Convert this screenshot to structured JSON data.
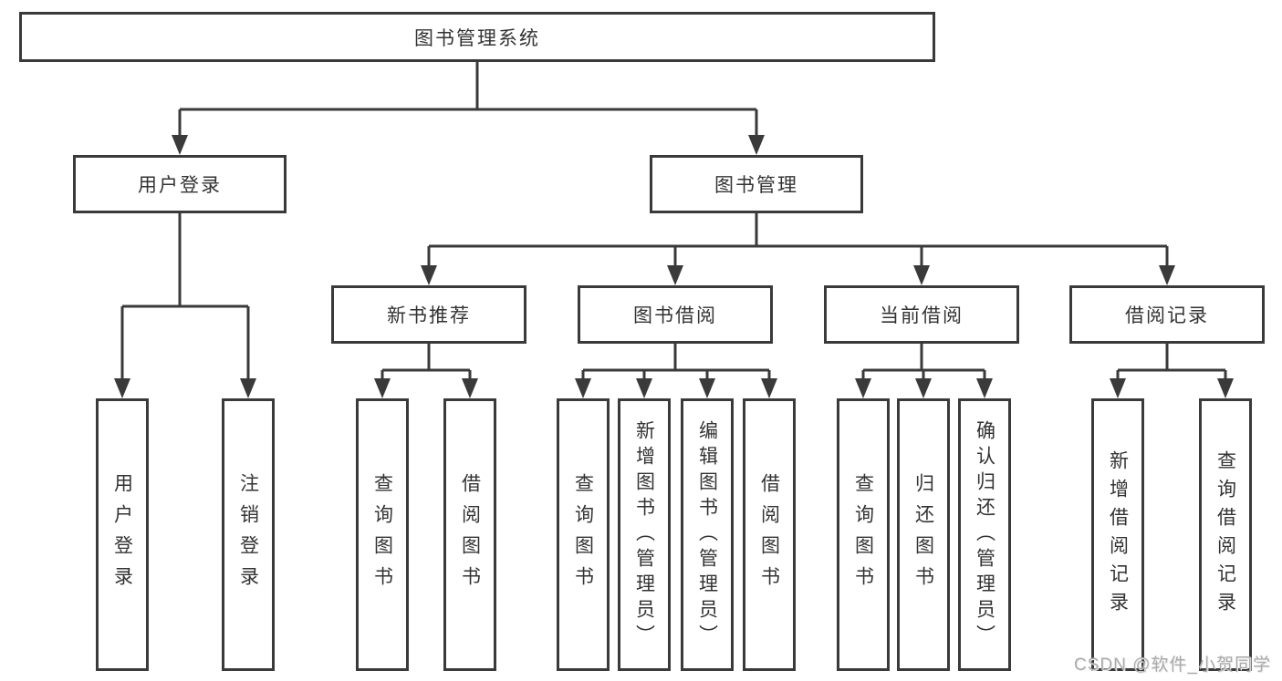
{
  "diagram": {
    "type": "hierarchy-tree",
    "colors": {
      "line": "#3a3a3a",
      "text": "#333333",
      "background": "#ffffff",
      "watermark_text_color": "#aaaaaa"
    },
    "tree": {
      "root": {
        "label": "图书管理系统",
        "children": [
          {
            "label": "用户登录",
            "children": [
              {
                "label": "用户登录"
              },
              {
                "label": "注销登录"
              }
            ]
          },
          {
            "label": "图书管理",
            "children": [
              {
                "label": "新书推荐",
                "children": [
                  {
                    "label": "查询图书"
                  },
                  {
                    "label": "借阅图书"
                  }
                ]
              },
              {
                "label": "图书借阅",
                "children": [
                  {
                    "label": "查询图书"
                  },
                  {
                    "label": "新增图书（管理员）"
                  },
                  {
                    "label": "编辑图书（管理员）"
                  },
                  {
                    "label": "借阅图书"
                  }
                ]
              },
              {
                "label": "当前借阅",
                "children": [
                  {
                    "label": "查询图书"
                  },
                  {
                    "label": "归还图书"
                  },
                  {
                    "label": "确认归还（管理员）"
                  }
                ]
              },
              {
                "label": "借阅记录",
                "children": [
                  {
                    "label": "新增借阅记录"
                  },
                  {
                    "label": "查询借阅记录"
                  }
                ]
              }
            ]
          }
        ]
      }
    },
    "watermark": {
      "text": "CSDN @软件_小贺同学"
    }
  }
}
